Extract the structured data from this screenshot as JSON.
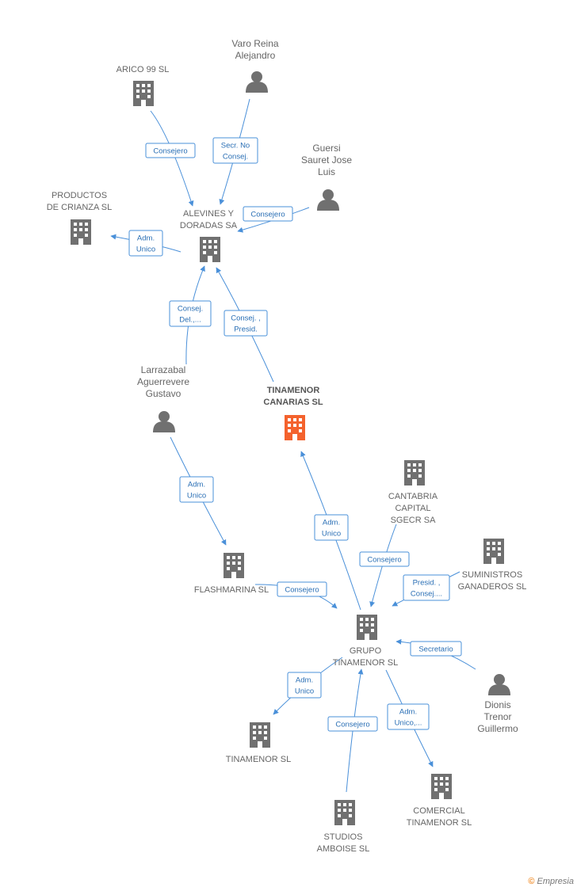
{
  "nodes": [
    {
      "id": "arico",
      "type": "company",
      "lines": [
        "ARICO 99 SL"
      ]
    },
    {
      "id": "varo",
      "type": "person",
      "lines": [
        "Varo Reina",
        "Alejandro"
      ]
    },
    {
      "id": "guersi",
      "type": "person",
      "lines": [
        "Guersi",
        "Sauret Jose",
        "Luis"
      ]
    },
    {
      "id": "productos",
      "type": "company",
      "lines": [
        "PRODUCTOS",
        "DE CRIANZA SL"
      ]
    },
    {
      "id": "alevines",
      "type": "company",
      "lines": [
        "ALEVINES Y",
        "DORADAS SA"
      ]
    },
    {
      "id": "larrazabal",
      "type": "person",
      "lines": [
        "Larrazabal",
        "Aguerrevere",
        "Gustavo"
      ]
    },
    {
      "id": "tinamenor_canarias",
      "type": "focus",
      "lines": [
        "TINAMENOR",
        "CANARIAS SL"
      ]
    },
    {
      "id": "cantabria",
      "type": "company",
      "lines": [
        "CANTABRIA",
        "CAPITAL",
        "SGECR SA"
      ]
    },
    {
      "id": "suministros",
      "type": "company",
      "lines": [
        "SUMINISTROS",
        "GANADEROS SL"
      ]
    },
    {
      "id": "flashmarina",
      "type": "company",
      "lines": [
        "FLASHMARINA SL"
      ]
    },
    {
      "id": "grupo",
      "type": "company",
      "lines": [
        "GRUPO",
        "TINAMENOR SL"
      ]
    },
    {
      "id": "dionis",
      "type": "person",
      "lines": [
        "Dionis",
        "Trenor",
        "Guillermo"
      ]
    },
    {
      "id": "tinamenor",
      "type": "company",
      "lines": [
        "TINAMENOR SL"
      ]
    },
    {
      "id": "comercial",
      "type": "company",
      "lines": [
        "COMERCIAL",
        "TINAMENOR SL"
      ]
    },
    {
      "id": "studios",
      "type": "company",
      "lines": [
        "STUDIOS",
        "AMBOISE SL"
      ]
    }
  ],
  "edges": [
    {
      "id": "e1",
      "lines": [
        "Consejero"
      ]
    },
    {
      "id": "e2",
      "lines": [
        "Secr.  No",
        "Consej."
      ]
    },
    {
      "id": "e3",
      "lines": [
        "Consejero"
      ]
    },
    {
      "id": "e4",
      "lines": [
        "Adm.",
        "Unico"
      ]
    },
    {
      "id": "e5",
      "lines": [
        "Consej.",
        "Del.,..."
      ]
    },
    {
      "id": "e6",
      "lines": [
        "Consej. ,",
        "Presid."
      ]
    },
    {
      "id": "e7",
      "lines": [
        "Adm.",
        "Unico"
      ]
    },
    {
      "id": "e8",
      "lines": [
        "Adm.",
        "Unico"
      ]
    },
    {
      "id": "e9",
      "lines": [
        "Consejero"
      ]
    },
    {
      "id": "e10",
      "lines": [
        "Presid. ,",
        "Consej...."
      ]
    },
    {
      "id": "e11",
      "lines": [
        "Consejero"
      ]
    },
    {
      "id": "e12",
      "lines": [
        "Secretario"
      ]
    },
    {
      "id": "e13",
      "lines": [
        "Adm.",
        "Unico"
      ]
    },
    {
      "id": "e14",
      "lines": [
        "Consejero"
      ]
    },
    {
      "id": "e15",
      "lines": [
        "Adm.",
        "Unico,..."
      ]
    }
  ],
  "colors": {
    "edge": "#4a90d9",
    "node": "#707070",
    "focus": "#f4622d"
  },
  "footer": {
    "symbol": "©",
    "brand": "Empresia"
  }
}
